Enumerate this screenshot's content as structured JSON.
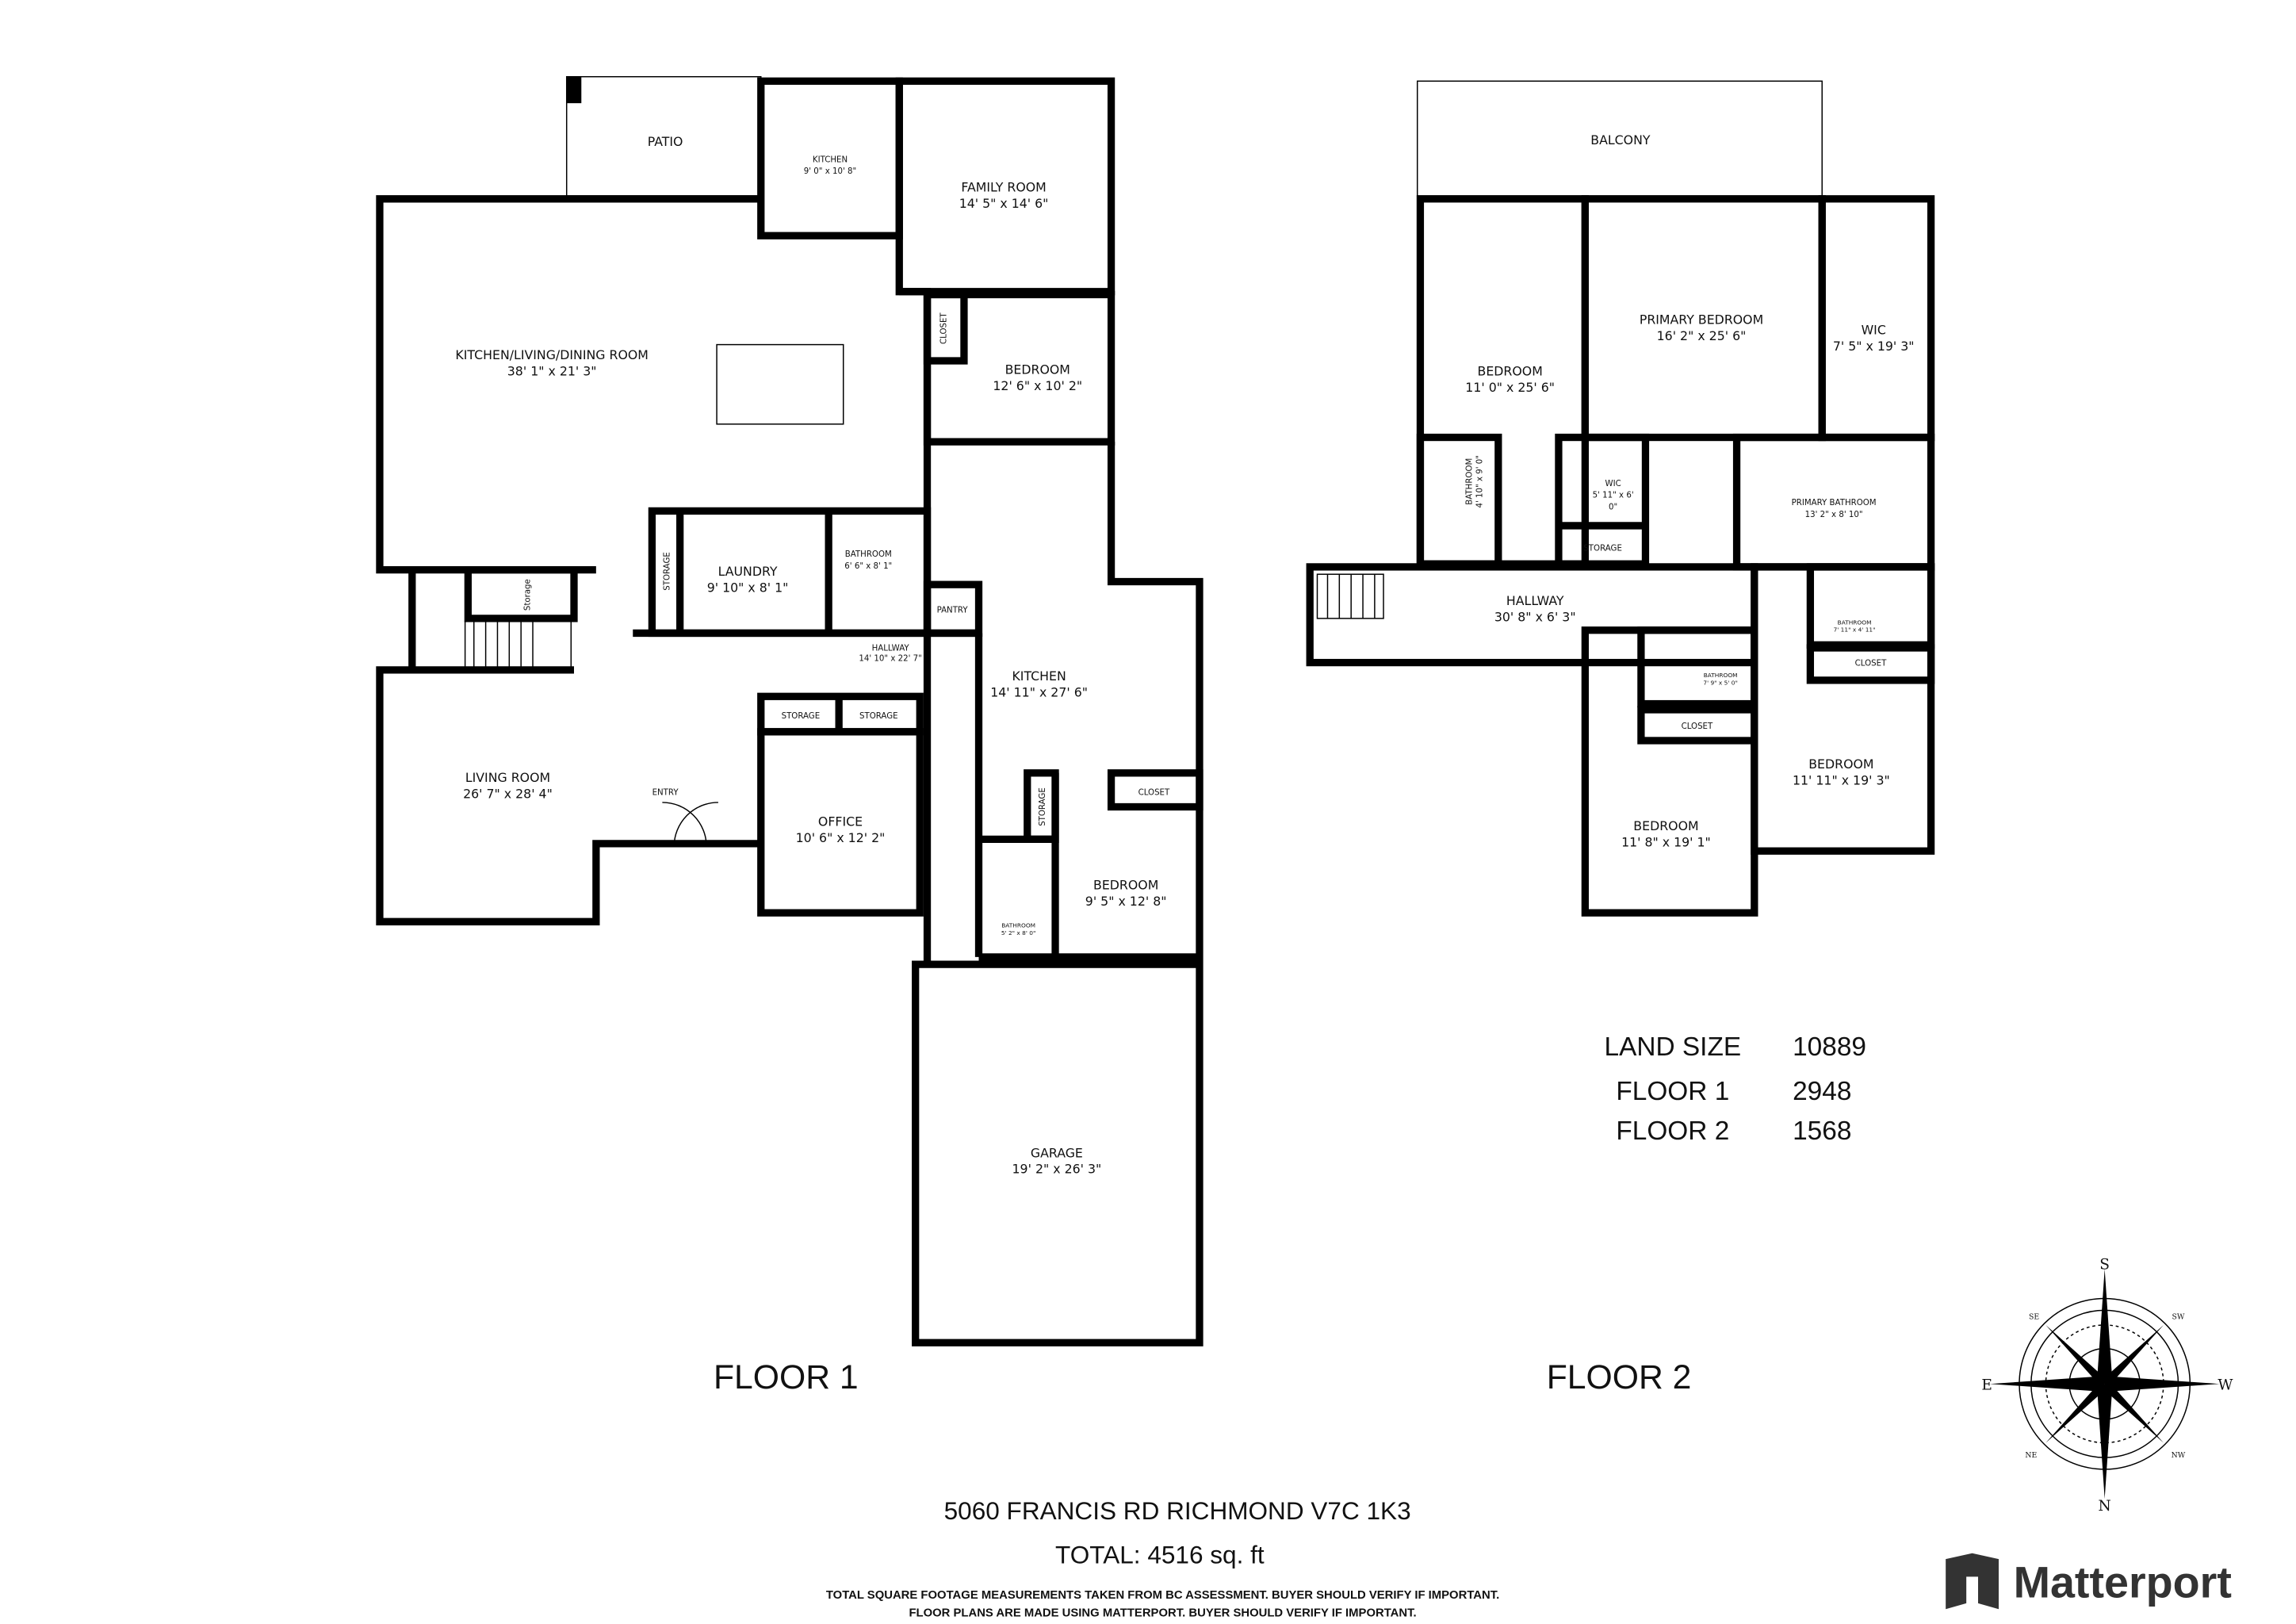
{
  "floor1": {
    "label": "FLOOR 1",
    "rooms": [
      {
        "name": "PATIO",
        "dims": ""
      },
      {
        "name": "KITCHEN",
        "dims": "9' 0\" x 10' 8\""
      },
      {
        "name": "FAMILY ROOM",
        "dims": "14' 5\" x 14' 6\""
      },
      {
        "name": "KITCHEN/LIVING/DINING ROOM",
        "dims": "38' 1\" x 21' 3\""
      },
      {
        "name": "CLOSET",
        "dims": ""
      },
      {
        "name": "BEDROOM",
        "dims": "12' 6\" x 10' 2\""
      },
      {
        "name": "STORAGE",
        "dims": ""
      },
      {
        "name": "LAUNDRY",
        "dims": "9' 10\" x 8' 1\""
      },
      {
        "name": "BATHROOM",
        "dims": "6' 6\" x 8' 1\""
      },
      {
        "name": "PANTRY",
        "dims": ""
      },
      {
        "name": "Storage",
        "dims": ""
      },
      {
        "name": "HALLWAY",
        "dims": "14' 10\" x 22' 7\""
      },
      {
        "name": "KITCHEN",
        "dims": "14' 11\" x 27' 6\""
      },
      {
        "name": "STORAGE",
        "dims": ""
      },
      {
        "name": "STORAGE",
        "dims": ""
      },
      {
        "name": "LIVING ROOM",
        "dims": "26' 7\" x 28' 4\""
      },
      {
        "name": "ENTRY",
        "dims": ""
      },
      {
        "name": "OFFICE",
        "dims": "10' 6\" x 12' 2\""
      },
      {
        "name": "STORAGE",
        "dims": ""
      },
      {
        "name": "CLOSET",
        "dims": ""
      },
      {
        "name": "BEDROOM",
        "dims": "9' 5\" x 12' 8\""
      },
      {
        "name": "BATHROOM",
        "dims": "5' 2\" x 8' 0\""
      },
      {
        "name": "GARAGE",
        "dims": "19' 2\" x 26' 3\""
      }
    ]
  },
  "floor2": {
    "label": "FLOOR 2",
    "rooms": [
      {
        "name": "BALCONY",
        "dims": ""
      },
      {
        "name": "BEDROOM",
        "dims": "11' 0\" x 25' 6\""
      },
      {
        "name": "PRIMARY BEDROOM",
        "dims": "16' 2\" x 25' 6\""
      },
      {
        "name": "WIC",
        "dims": "7' 5\" x 19' 3\""
      },
      {
        "name": "BATHROOM",
        "dims": "4' 10\" x 9' 0\""
      },
      {
        "name": "WIC",
        "dims": "5' 11\" x 6'",
        "dims2": "0\""
      },
      {
        "name": "STORAGE",
        "dims": ""
      },
      {
        "name": "PRIMARY BATHROOM",
        "dims": "13' 2\" x 8' 10\""
      },
      {
        "name": "HALLWAY",
        "dims": "30' 8\" x 6' 3\""
      },
      {
        "name": "BATHROOM",
        "dims": "7' 9\" x 5' 0\""
      },
      {
        "name": "CLOSET",
        "dims": ""
      },
      {
        "name": "BEDROOM",
        "dims": "11' 8\" x 19' 1\""
      },
      {
        "name": "BATHROOM",
        "dims": "7' 11\" x 4' 11\""
      },
      {
        "name": "CLOSET",
        "dims": ""
      },
      {
        "name": "BEDROOM",
        "dims": "11' 11\" x 19' 3\""
      }
    ]
  },
  "stats": [
    {
      "label": "LAND SIZE",
      "value": "10889"
    },
    {
      "label": "FLOOR 1",
      "value": "2948"
    },
    {
      "label": "FLOOR 2",
      "value": "1568"
    }
  ],
  "address": "5060 FRANCIS RD RICHMOND V7C 1K3",
  "total": "TOTAL: 4516 sq. ft",
  "disclaimer": [
    "TOTAL SQUARE FOOTAGE MEASUREMENTS TAKEN FROM BC ASSESSMENT. BUYER SHOULD VERIFY IF IMPORTANT.",
    "FLOOR PLANS ARE MADE USING MATTERPORT. BUYER SHOULD VERIFY IF IMPORTANT."
  ],
  "compass": {
    "n": "N",
    "s": "S",
    "e": "E",
    "w": "W",
    "ne": "NE",
    "nw": "NW",
    "se": "SE",
    "sw": "SW"
  },
  "brand": {
    "name": "Matterport",
    "icon": "matterport-logo-icon"
  }
}
